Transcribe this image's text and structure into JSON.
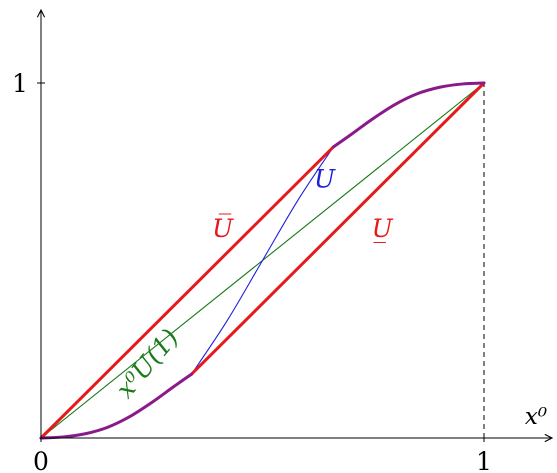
{
  "chart_data": {
    "type": "line",
    "xlabel": "x⁰",
    "ylabel": "",
    "xlim": [
      0,
      1.12
    ],
    "ylim": [
      0,
      1.22
    ],
    "x_ticks": [
      {
        "value": 0,
        "label": "0"
      },
      {
        "value": 1,
        "label": "1"
      }
    ],
    "y_ticks": [
      {
        "value": 1,
        "label": "1"
      }
    ],
    "grid": false,
    "series": [
      {
        "name": "U̅",
        "color": "#e41a1c",
        "points": [
          [
            0,
            0
          ],
          [
            0.66,
            0.82
          ]
        ]
      },
      {
        "name": "U̲",
        "color": "#e41a1c",
        "points": [
          [
            0.34,
            0.18
          ],
          [
            1,
            1
          ]
        ]
      },
      {
        "name": "U",
        "color": "#1f1fdc",
        "points": [
          [
            0.34,
            0.18
          ],
          [
            0.42,
            0.33
          ],
          [
            0.5,
            0.5
          ],
          [
            0.58,
            0.67
          ],
          [
            0.66,
            0.82
          ]
        ]
      },
      {
        "name": "x⁰U(1)",
        "color": "#1a7a1a",
        "points": [
          [
            0,
            0
          ],
          [
            1,
            1
          ]
        ]
      },
      {
        "name": "",
        "color": "#8a1a8a",
        "points": [
          [
            0,
            0
          ],
          [
            0.05,
            0.003
          ],
          [
            0.1,
            0.012
          ],
          [
            0.15,
            0.03
          ],
          [
            0.2,
            0.06
          ],
          [
            0.25,
            0.1
          ],
          [
            0.3,
            0.145
          ],
          [
            0.34,
            0.18
          ]
        ]
      },
      {
        "name": "",
        "color": "#8a1a8a",
        "points": [
          [
            0.66,
            0.82
          ],
          [
            0.7,
            0.855
          ],
          [
            0.75,
            0.9
          ],
          [
            0.8,
            0.94
          ],
          [
            0.85,
            0.97
          ],
          [
            0.9,
            0.988
          ],
          [
            0.95,
            0.997
          ],
          [
            1,
            1
          ]
        ]
      }
    ],
    "annotations": [
      {
        "text": "U̅",
        "at": [
          0.41,
          0.59
        ],
        "color": "#e41a1c"
      },
      {
        "text": "U̲",
        "at": [
          0.77,
          0.59
        ],
        "color": "#e41a1c"
      },
      {
        "text": "U",
        "at": [
          0.64,
          0.73
        ],
        "color": "#1f1fdc"
      },
      {
        "text": "x⁰U(1)",
        "at": [
          0.24,
          0.21
        ],
        "color": "#1a7a1a",
        "rotate": -50
      }
    ],
    "reference_line": {
      "x": 1,
      "from": 0,
      "to": 1,
      "style": "dashed"
    }
  }
}
